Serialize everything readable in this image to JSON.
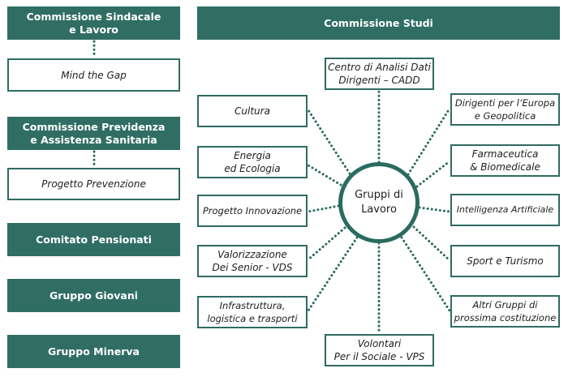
{
  "colors": {
    "primary": "#306e64",
    "dots": "#2a6b60",
    "text": "#1e1e1e"
  },
  "left_column": [
    {
      "title": "Commissione Sindacale\ne Lavoro",
      "child": "Mind the Gap"
    },
    {
      "title": "Commissione Previdenza\ne Assistenza Sanitaria",
      "child": "Progetto Prevenzione"
    },
    {
      "title": "Comitato Pensionati"
    },
    {
      "title": "Gruppo Giovani"
    },
    {
      "title": "Gruppo Minerva"
    }
  ],
  "studi": {
    "title": "Commissione Studi",
    "hub": "Gruppi di\nLavoro",
    "groups": {
      "cadd": "Centro di Analisi Dati\nDirigenti – CADD",
      "cultura": "Cultura",
      "energia": "Energia\ned Ecologia",
      "innovazione": "Progetto Innovazione",
      "vds": "Valorizzazione\nDei Senior - VDS",
      "infrastruttura": "Infrastruttura,\nlogistica e trasporti",
      "vps": "Volontari\nPer il Sociale - VPS",
      "europa": "Dirigenti per l’Europa\ne Geopolitica",
      "farmaceutica": "Farmaceutica\n& Biomedicale",
      "ia": "Intelligenza Artificiale",
      "sport": "Sport e Turismo",
      "altri": "Altri Gruppi di\nprossima costituzione"
    }
  }
}
